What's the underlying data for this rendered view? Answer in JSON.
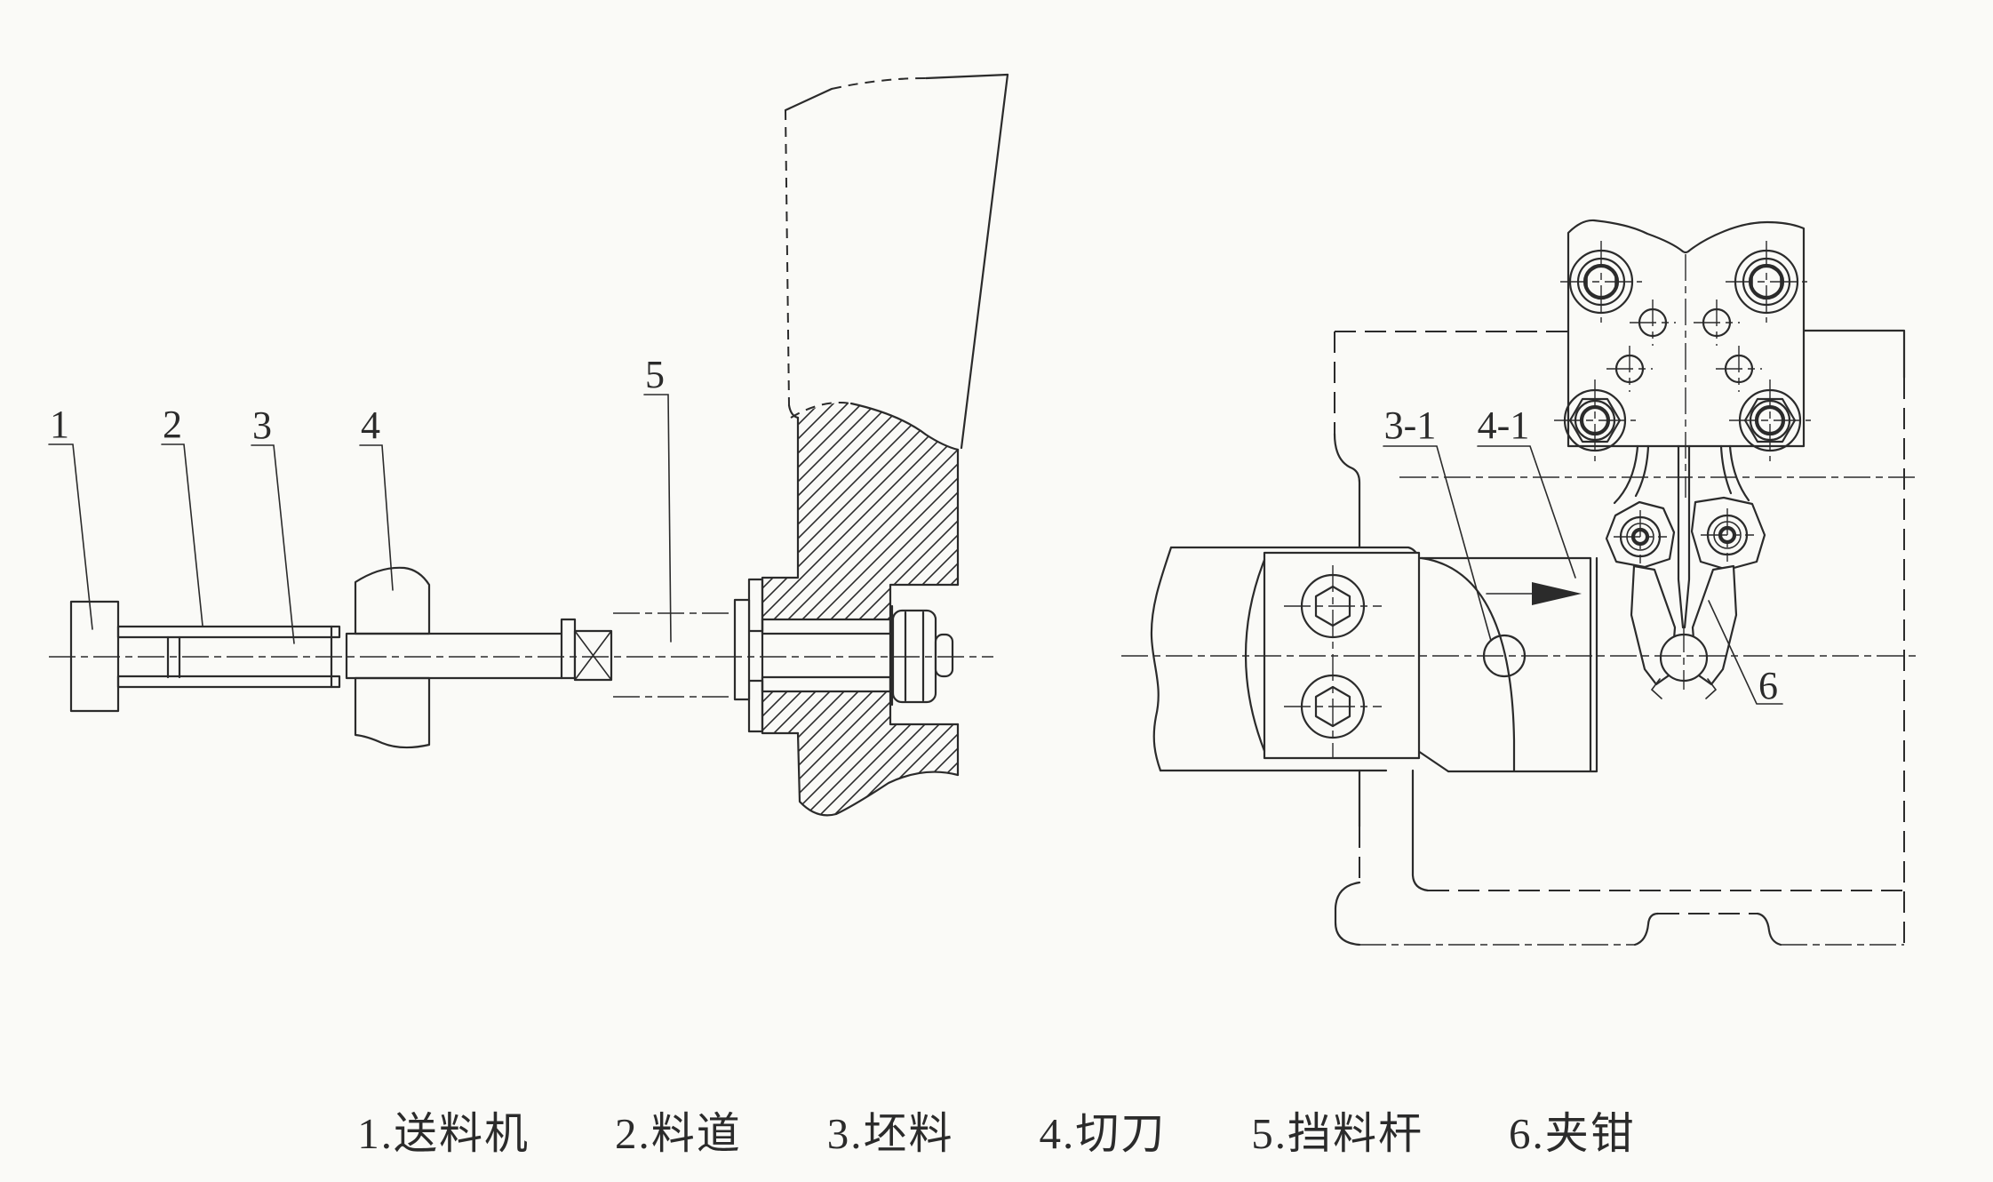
{
  "page": {
    "background": "#fafaf7",
    "ink": "#2b2b2b"
  },
  "drawing": {
    "type": "mechanical-engineering-diagram",
    "labels": {
      "n1": "1",
      "n2": "2",
      "n3": "3",
      "n4": "4",
      "n5": "5",
      "n31": "3-1",
      "n41": "4-1",
      "n6": "6"
    },
    "caption": {
      "items": [
        "1.送料机",
        "2.料道",
        "3.坯料",
        "4.切刀",
        "5.挡料杆",
        "6.夹钳"
      ]
    }
  }
}
